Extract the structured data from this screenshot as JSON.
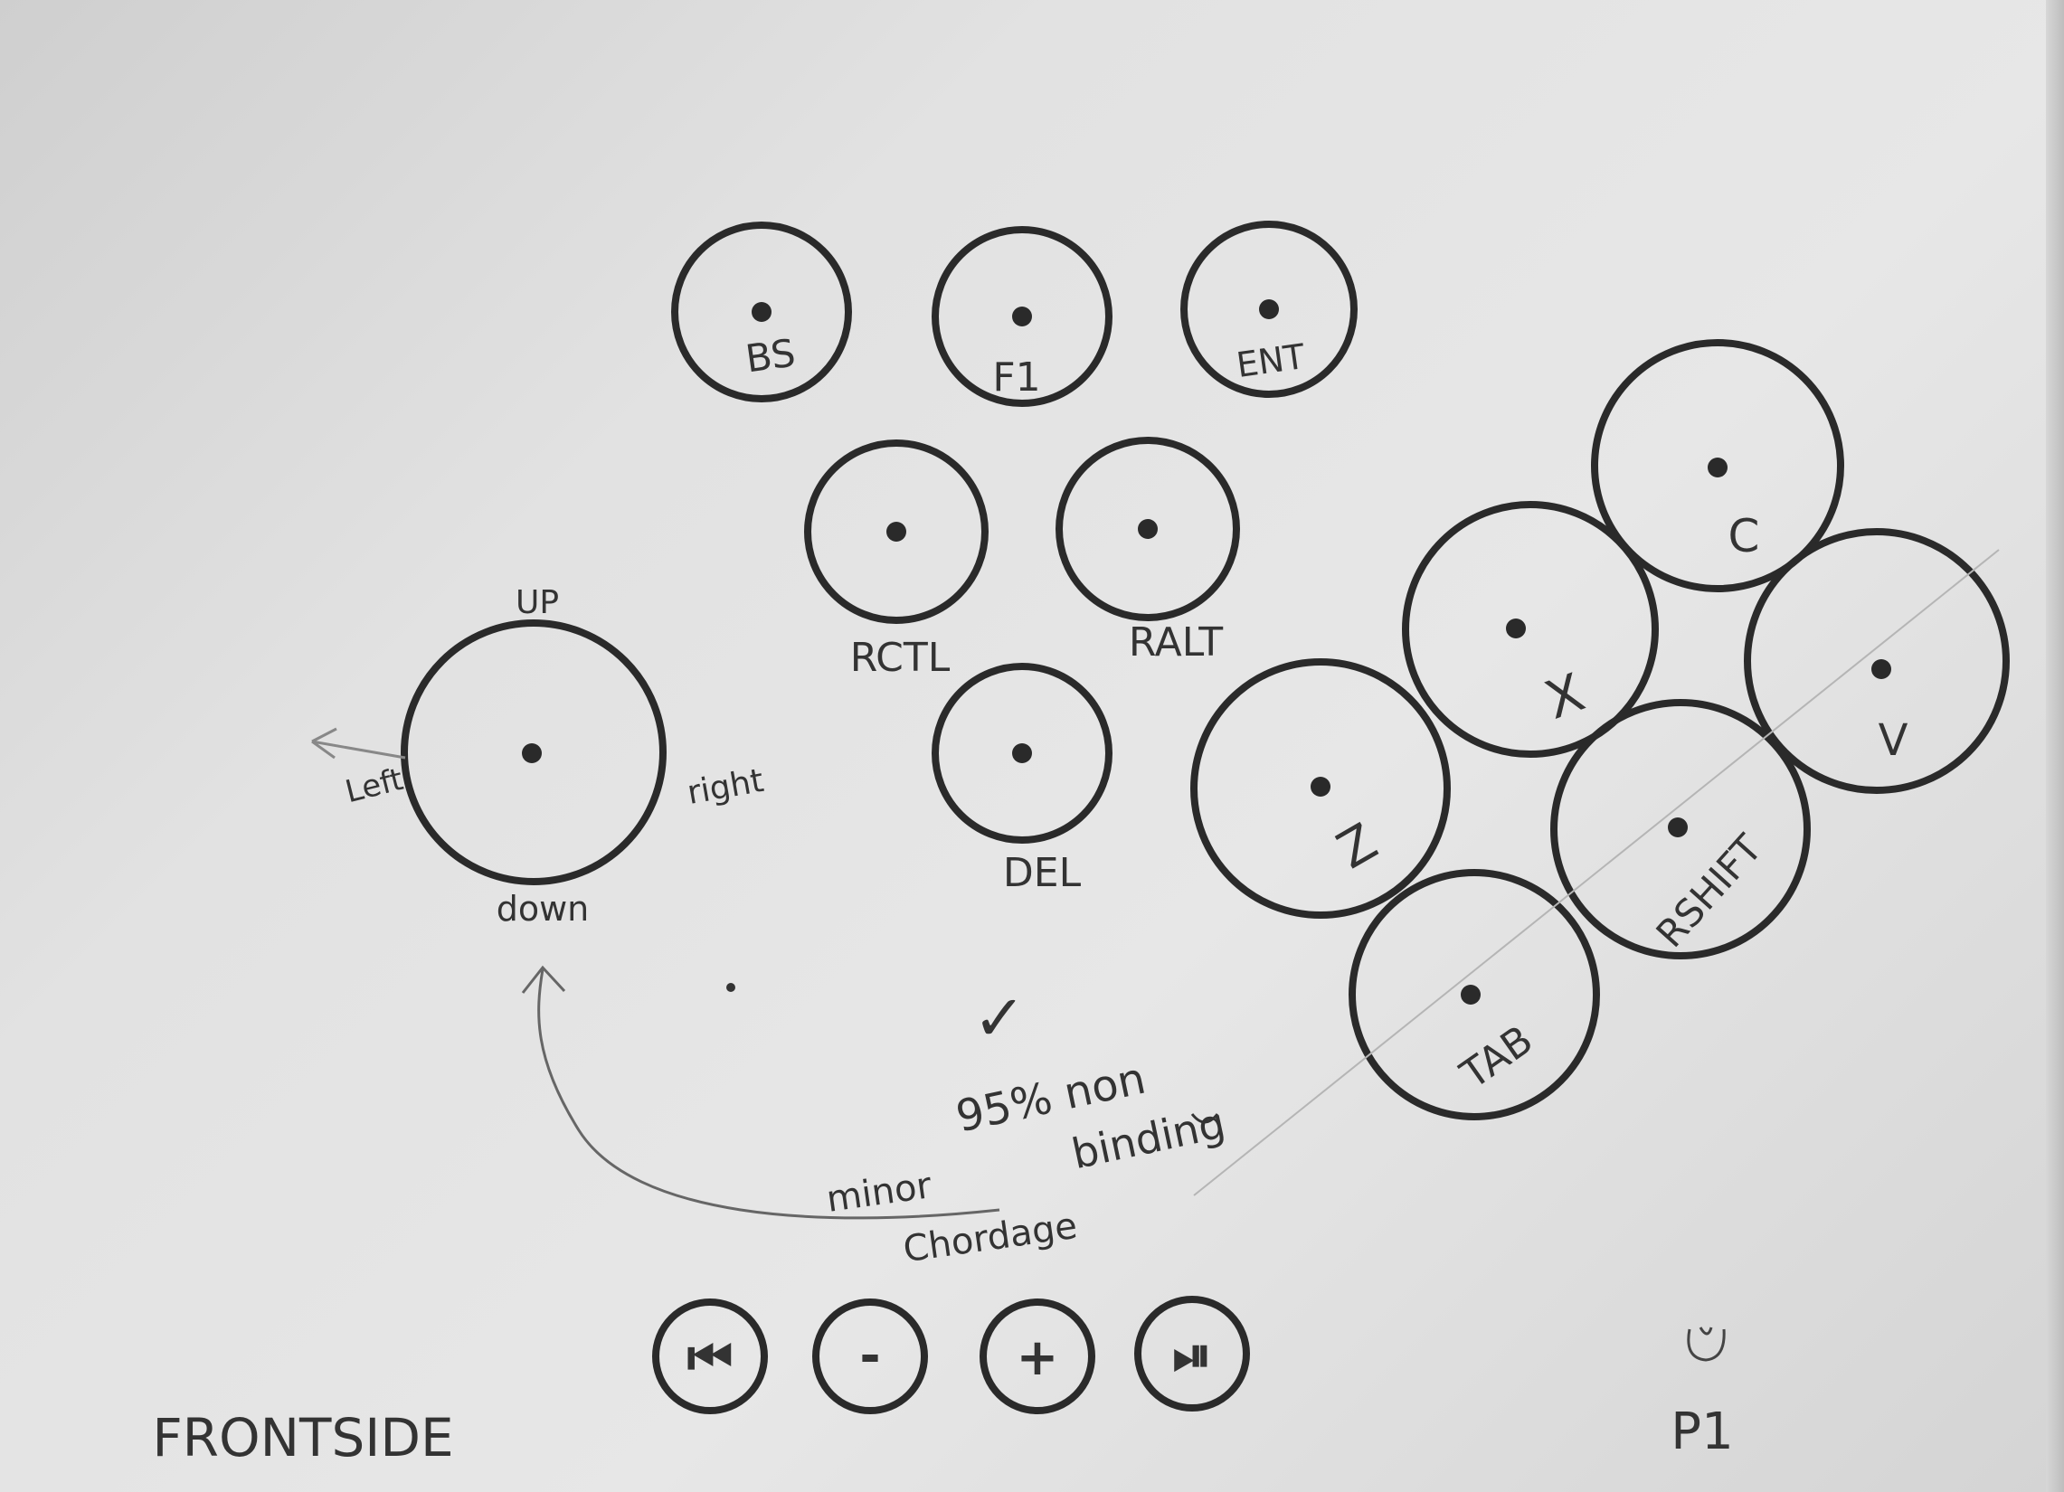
{
  "labels": {
    "bs": "BS",
    "f1": "F1",
    "ent": "ENT",
    "rctl": "RCTL",
    "ralt": "RALT",
    "del": "DEL",
    "c": "C",
    "x": "X",
    "v": "V",
    "z": "Z",
    "rshift": "RSHIFT",
    "tab": "TAB",
    "up": "UP",
    "left": "Left",
    "right": "right",
    "down": "down",
    "note_line1": "95% non",
    "note_line2": "binding",
    "check": "✓",
    "minor_line1": "minor",
    "minor_line2": "Chordage",
    "media_prev": "⏮",
    "media_minus": "-",
    "media_plus": "+",
    "media_playpause": "⏯",
    "frontside": "FRONTSIDE",
    "p1": "P1"
  },
  "ink_color": "#2a2a2a",
  "paper_color": "#e3e3e3"
}
